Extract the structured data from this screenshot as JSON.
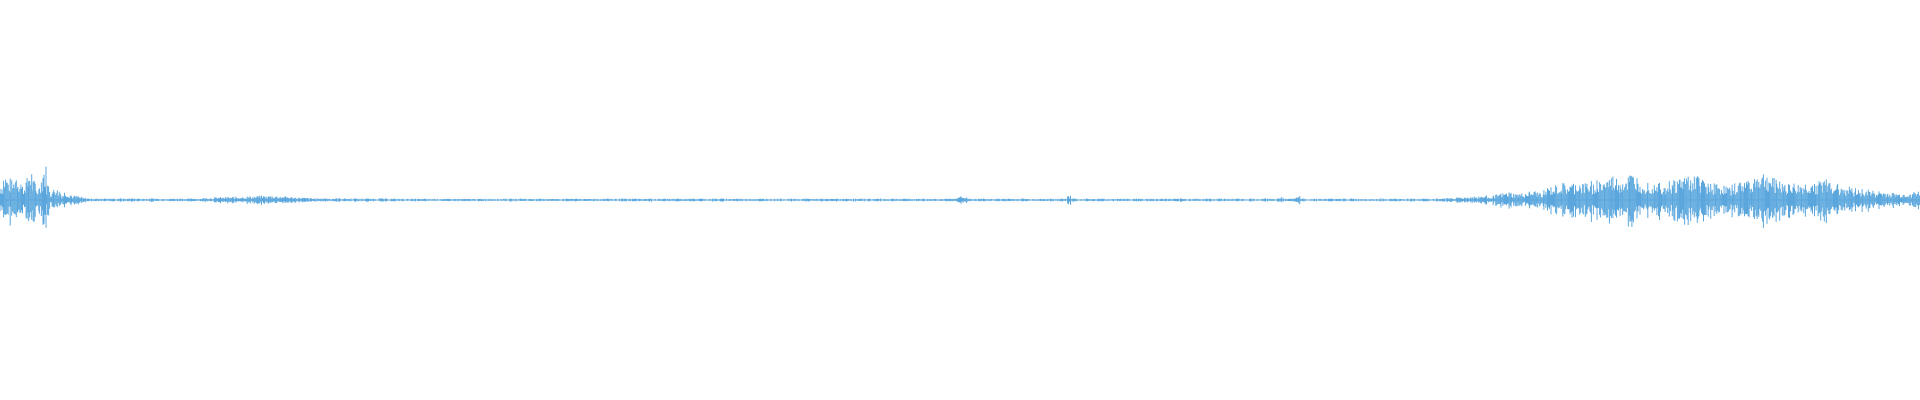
{
  "waveform": {
    "color": "#5ba7dd",
    "samples": [
      0.08,
      0.12,
      0.1,
      0.09,
      0.13,
      0.11,
      0.07,
      0.1,
      0.14,
      0.09,
      0.06,
      0.11,
      0.16,
      0.08,
      0.04,
      0.07,
      0.05,
      0.03,
      0.04,
      0.03,
      0.02,
      0.02,
      0.015,
      0.01,
      0.008,
      0.007,
      0.008,
      0.006,
      0.007,
      0.008,
      0.006,
      0.007,
      0.006,
      0.008,
      0.007,
      0.006,
      0.009,
      0.007,
      0.008,
      0.006,
      0.007,
      0.006,
      0.008,
      0.007,
      0.006,
      0.007,
      0.008,
      0.006,
      0.007,
      0.006,
      0.008,
      0.007,
      0.006,
      0.007,
      0.008,
      0.006,
      0.009,
      0.01,
      0.011,
      0.01,
      0.012,
      0.013,
      0.012,
      0.014,
      0.013,
      0.015,
      0.014,
      0.016,
      0.015,
      0.017,
      0.016,
      0.018,
      0.02,
      0.019,
      0.018,
      0.02,
      0.021,
      0.019,
      0.018,
      0.017,
      0.016,
      0.014,
      0.013,
      0.012,
      0.011,
      0.01,
      0.009,
      0.008,
      0.008,
      0.007,
      0.009,
      0.008,
      0.007,
      0.008,
      0.009,
      0.007,
      0.008,
      0.006,
      0.007,
      0.008,
      0.006,
      0.007,
      0.008,
      0.006,
      0.007,
      0.006,
      0.008,
      0.007,
      0.006,
      0.007,
      0.006,
      0.005,
      0.006,
      0.005,
      0.006,
      0.005,
      0.006,
      0.005,
      0.006,
      0.005,
      0.005,
      0.006,
      0.005,
      0.006,
      0.005,
      0.006,
      0.005,
      0.006,
      0.005,
      0.006,
      0.005,
      0.006,
      0.005,
      0.006,
      0.005,
      0.006,
      0.006,
      0.007,
      0.006,
      0.005,
      0.006,
      0.007,
      0.006,
      0.005,
      0.006,
      0.007,
      0.006,
      0.005,
      0.006,
      0.007,
      0.006,
      0.005,
      0.006,
      0.007,
      0.006,
      0.005,
      0.006,
      0.007,
      0.006,
      0.008,
      0.006,
      0.007,
      0.006,
      0.005,
      0.006,
      0.007,
      0.006,
      0.005,
      0.006,
      0.007,
      0.006,
      0.005,
      0.006,
      0.007,
      0.006,
      0.005,
      0.006,
      0.007,
      0.006,
      0.005,
      0.006,
      0.007,
      0.006,
      0.005,
      0.006,
      0.007,
      0.006,
      0.005,
      0.006,
      0.007,
      0.006,
      0.005,
      0.01,
      0.006,
      0.006,
      0.007,
      0.006,
      0.005,
      0.006,
      0.007,
      0.006,
      0.007,
      0.006,
      0.005,
      0.006,
      0.007,
      0.006,
      0.005,
      0.006,
      0.007,
      0.006,
      0.005,
      0.006,
      0.007,
      0.006,
      0.005,
      0.006,
      0.007,
      0.006,
      0.005,
      0.006,
      0.007,
      0.006,
      0.005,
      0.006,
      0.007,
      0.006,
      0.005,
      0.006,
      0.007,
      0.006,
      0.005,
      0.006,
      0.007,
      0.006,
      0.005,
      0.006,
      0.007,
      0.006,
      0.005,
      0.006,
      0.007,
      0.006,
      0.005,
      0.006,
      0.007,
      0.006,
      0.005,
      0.006,
      0.007,
      0.006,
      0.005,
      0.006,
      0.007,
      0.006,
      0.005,
      0.006,
      0.007,
      0.006,
      0.005,
      0.006,
      0.007,
      0.006,
      0.005,
      0.006,
      0.007,
      0.006,
      0.012,
      0.03,
      0.015,
      0.007,
      0.006,
      0.005,
      0.006,
      0.007,
      0.006,
      0.005,
      0.006,
      0.007,
      0.006,
      0.006,
      0.007,
      0.006,
      0.005,
      0.006,
      0.007,
      0.006,
      0.005,
      0.006,
      0.007,
      0.006,
      0.005,
      0.006,
      0.007,
      0.006,
      0.005,
      0.006,
      0.007,
      0.025,
      0.008,
      0.006,
      0.005,
      0.006,
      0.007,
      0.006,
      0.005,
      0.006,
      0.007,
      0.006,
      0.005,
      0.006,
      0.007,
      0.006,
      0.007,
      0.006,
      0.005,
      0.006,
      0.007,
      0.006,
      0.005,
      0.006,
      0.007,
      0.006,
      0.005,
      0.006,
      0.007,
      0.006,
      0.005,
      0.006,
      0.007,
      0.006,
      0.005,
      0.006,
      0.007,
      0.006,
      0.005,
      0.006,
      0.007,
      0.006,
      0.005,
      0.008,
      0.007,
      0.006,
      0.005,
      0.006,
      0.007,
      0.006,
      0.005,
      0.006,
      0.007,
      0.006,
      0.005,
      0.006,
      0.007,
      0.006,
      0.005,
      0.006,
      0.015,
      0.01,
      0.006,
      0.006,
      0.007,
      0.018,
      0.008,
      0.006,
      0.005,
      0.006,
      0.007,
      0.006,
      0.005,
      0.006,
      0.007,
      0.006,
      0.005,
      0.006,
      0.007,
      0.006,
      0.007,
      0.006,
      0.005,
      0.006,
      0.007,
      0.006,
      0.005,
      0.006,
      0.007,
      0.006,
      0.005,
      0.006,
      0.007,
      0.006,
      0.005,
      0.006,
      0.007,
      0.006,
      0.005,
      0.006,
      0.007,
      0.006,
      0.005,
      0.006,
      0.007,
      0.008,
      0.009,
      0.01,
      0.011,
      0.012,
      0.013,
      0.012,
      0.014,
      0.015,
      0.016,
      0.017,
      0.018,
      0.019,
      0.02,
      0.022,
      0.025,
      0.028,
      0.03,
      0.032,
      0.035,
      0.03,
      0.028,
      0.03,
      0.033,
      0.035,
      0.038,
      0.04,
      0.036,
      0.038,
      0.045,
      0.055,
      0.06,
      0.065,
      0.07,
      0.075,
      0.068,
      0.072,
      0.078,
      0.085,
      0.08,
      0.075,
      0.082,
      0.09,
      0.095,
      0.088,
      0.092,
      0.098,
      0.105,
      0.11,
      0.1,
      0.095,
      0.102,
      0.11,
      0.12,
      0.115,
      0.108,
      0.1,
      0.095,
      0.088,
      0.092,
      0.098,
      0.09,
      0.085,
      0.08,
      0.088,
      0.095,
      0.1,
      0.108,
      0.115,
      0.12,
      0.125,
      0.118,
      0.11,
      0.102,
      0.095,
      0.088,
      0.08,
      0.075,
      0.07,
      0.065,
      0.06,
      0.068,
      0.075,
      0.082,
      0.088,
      0.095,
      0.1,
      0.11,
      0.12,
      0.13,
      0.125,
      0.115,
      0.108,
      0.1,
      0.095,
      0.09,
      0.085,
      0.08,
      0.075,
      0.07,
      0.072,
      0.075,
      0.078,
      0.08,
      0.085,
      0.09,
      0.095,
      0.092,
      0.088,
      0.085,
      0.08,
      0.075,
      0.07,
      0.065,
      0.06,
      0.058,
      0.055,
      0.052,
      0.05,
      0.048,
      0.045,
      0.042,
      0.04,
      0.038,
      0.036,
      0.034,
      0.032,
      0.03,
      0.028,
      0.03,
      0.032,
      0.035,
      0.038,
      0.04
    ]
  }
}
